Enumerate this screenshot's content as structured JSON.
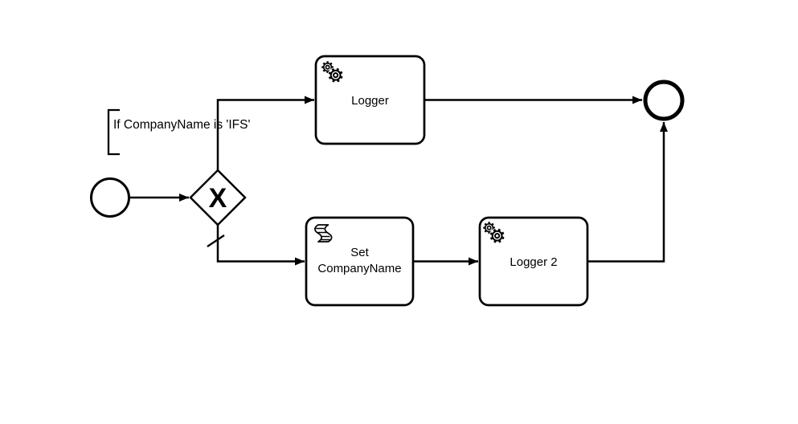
{
  "diagram": {
    "kind": "bpmn-process",
    "colors": {
      "background": "#ffffff",
      "stroke": "#000000",
      "text": "#000000"
    },
    "annotation": {
      "text": "If CompanyName is 'IFS'"
    },
    "start_event": {
      "type": "start-event"
    },
    "gateway": {
      "type": "exclusive-gateway",
      "marker": "X"
    },
    "tasks": [
      {
        "label": "Logger",
        "type": "service-task",
        "icon": "gears-icon"
      },
      {
        "label": "Set CompanyName",
        "lines": [
          "Set",
          "CompanyName"
        ],
        "type": "script-task",
        "icon": "script-scroll-icon"
      },
      {
        "label": "Logger 2",
        "type": "service-task",
        "icon": "gears-icon"
      }
    ],
    "end_event": {
      "type": "end-event"
    },
    "flows": [
      {
        "from": "start-event",
        "to": "exclusive-gateway"
      },
      {
        "from": "exclusive-gateway",
        "to": "Logger"
      },
      {
        "from": "exclusive-gateway",
        "to": "Set CompanyName",
        "default_flow": true
      },
      {
        "from": "Logger",
        "to": "end-event"
      },
      {
        "from": "Set CompanyName",
        "to": "Logger 2"
      },
      {
        "from": "Logger 2",
        "to": "end-event"
      }
    ]
  }
}
